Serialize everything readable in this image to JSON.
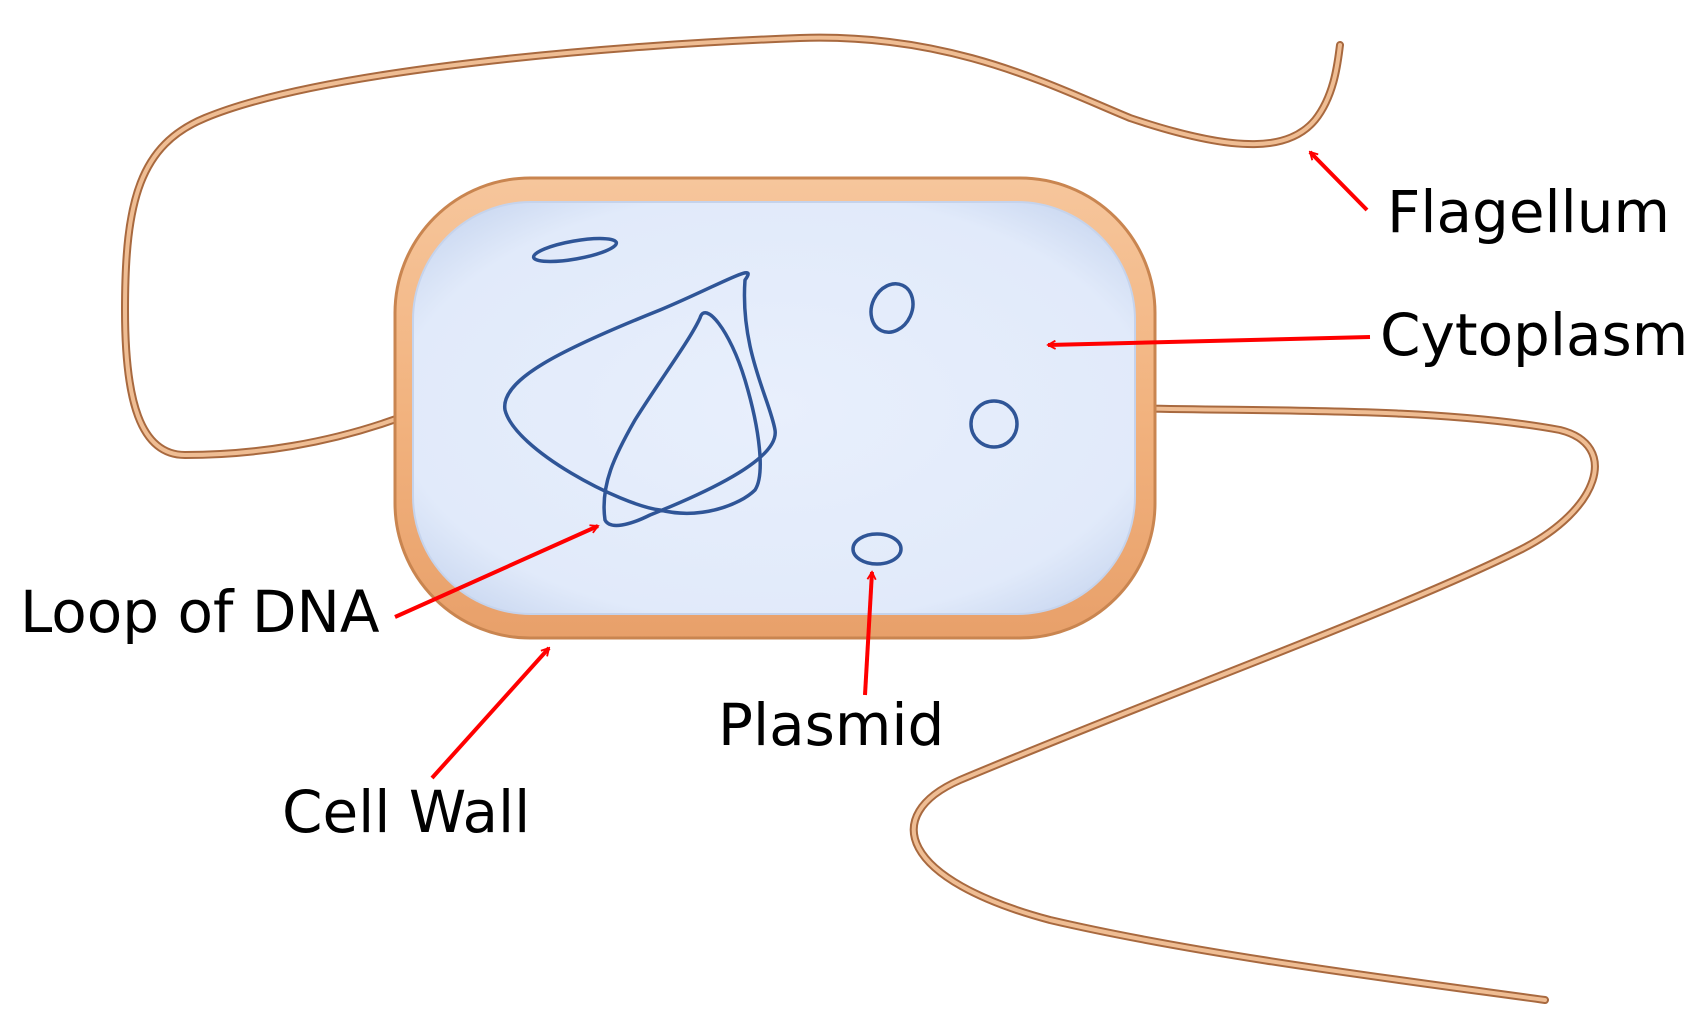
{
  "labels": {
    "flagellum": "Flagellum",
    "cytoplasm": "Cytoplasm",
    "loop_of_dna": "Loop of DNA",
    "plasmid": "Plasmid",
    "cell_wall": "Cell Wall"
  },
  "colors": {
    "cell_wall": "#f2b37f",
    "cell_wall_edge": "#c98550",
    "cytoplasm": "#e3ecfb",
    "dna": "#2f5597",
    "flagellum": "#e3a97a",
    "flagellum_edge": "#a8693f",
    "arrow": "#ff0000",
    "text": "#000000"
  }
}
